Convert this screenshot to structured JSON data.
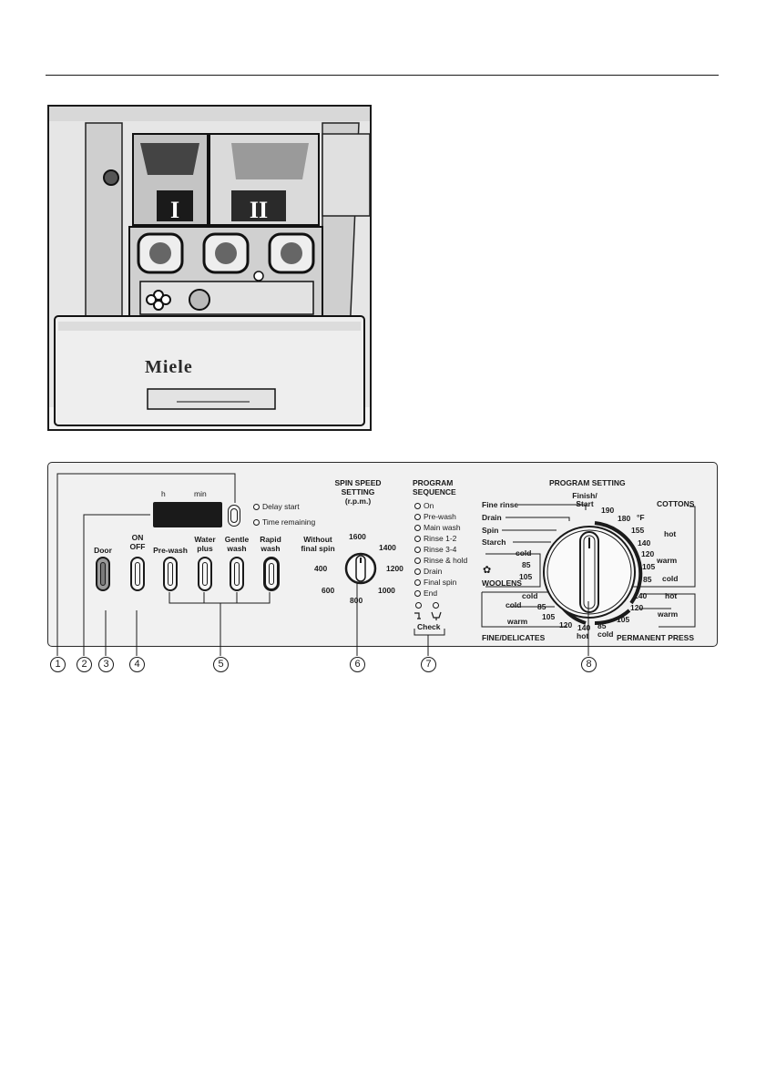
{
  "photo": {
    "brand_text": "Miele",
    "compartment_1": "I",
    "compartment_2": "II"
  },
  "panel": {
    "display": {
      "h_label": "h",
      "min_label": "min"
    },
    "indicators": {
      "delay_start": "Delay start",
      "time_remaining": "Time remaining"
    },
    "buttons": {
      "door": "Door",
      "on_off": [
        "ON",
        "OFF"
      ],
      "pre_wash": "Pre-wash",
      "water_plus": [
        "Water",
        "plus"
      ],
      "gentle_wash": [
        "Gentle",
        "wash"
      ],
      "rapid_wash": [
        "Rapid",
        "wash"
      ]
    },
    "spin_speed": {
      "title": [
        "SPIN SPEED",
        "SETTING",
        "(r.p.m.)"
      ],
      "without_final_spin": [
        "Without",
        "final spin"
      ],
      "speeds": [
        "400",
        "600",
        "800",
        "1000",
        "1200",
        "1400",
        "1600"
      ]
    },
    "program_sequence": {
      "title": [
        "PROGRAM",
        "SEQUENCE"
      ],
      "steps": [
        "On",
        "Pre-wash",
        "Main wash",
        "Rinse 1-2",
        "Rinse 3-4",
        "Rinse & hold",
        "Drain",
        "Final spin",
        "End"
      ],
      "check_label": "Check"
    },
    "program_setting": {
      "title": "PROGRAM SETTING",
      "finish_start": [
        "Finish/",
        "Start"
      ],
      "left_options": [
        "Fine rinse",
        "Drain",
        "Spin",
        "Starch"
      ],
      "cottons": {
        "label": "COTTONS",
        "unit": "°F",
        "temps": [
          "190",
          "180",
          "155",
          "140",
          "120",
          "105",
          "85"
        ],
        "levels": [
          "hot",
          "warm",
          "cold"
        ]
      },
      "woolens": {
        "label": "WOOLENS",
        "temps": [
          "cold",
          "85",
          "105"
        ]
      },
      "fine_delicates": {
        "label": "FINE/DELICATES",
        "temps": [
          "cold",
          "85",
          "105",
          "120",
          "140"
        ],
        "levels": [
          "cold",
          "warm",
          "hot"
        ]
      },
      "permanent_press": {
        "label": "PERMANENT PRESS",
        "temps": [
          "140",
          "120",
          "105",
          "85",
          "cold"
        ],
        "levels": [
          "hot",
          "warm"
        ]
      }
    }
  },
  "callouts": [
    "1",
    "2",
    "3",
    "4",
    "5",
    "6",
    "7",
    "8"
  ]
}
